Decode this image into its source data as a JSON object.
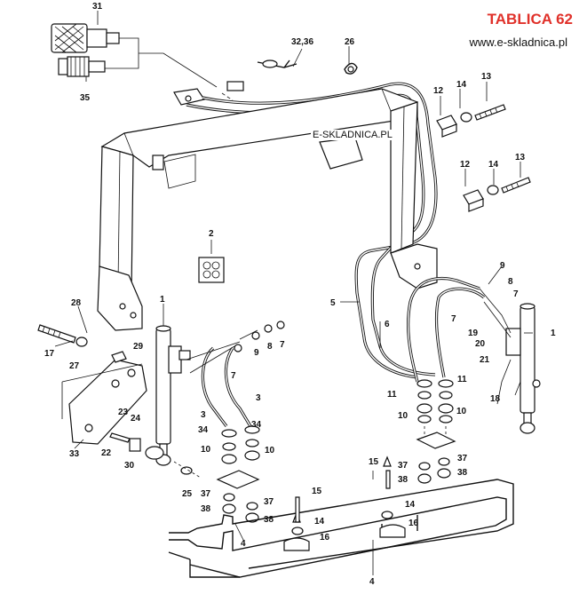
{
  "header": {
    "title": "TABLICA 62",
    "website": "www.e-skladnica.pl"
  },
  "watermark": "E-SKLADNICA.PL",
  "callouts": [
    {
      "id": "c31",
      "label": "31"
    },
    {
      "id": "c35",
      "label": "35"
    },
    {
      "id": "c3236",
      "label": "32,36"
    },
    {
      "id": "c26",
      "label": "26"
    },
    {
      "id": "c12a",
      "label": "12"
    },
    {
      "id": "c14a",
      "label": "14"
    },
    {
      "id": "c13a",
      "label": "13"
    },
    {
      "id": "c12b",
      "label": "12"
    },
    {
      "id": "c14b",
      "label": "14"
    },
    {
      "id": "c13b",
      "label": "13"
    },
    {
      "id": "c2",
      "label": "2"
    },
    {
      "id": "c5",
      "label": "5"
    },
    {
      "id": "c6",
      "label": "6"
    },
    {
      "id": "c7r",
      "label": "7"
    },
    {
      "id": "c9r",
      "label": "9"
    },
    {
      "id": "c8r",
      "label": "8"
    },
    {
      "id": "c7r2",
      "label": "7"
    },
    {
      "id": "c19",
      "label": "19"
    },
    {
      "id": "c20",
      "label": "20"
    },
    {
      "id": "c21",
      "label": "21"
    },
    {
      "id": "c1r",
      "label": "1"
    },
    {
      "id": "c18",
      "label": "18"
    },
    {
      "id": "c11a",
      "label": "11"
    },
    {
      "id": "c11b",
      "label": "11"
    },
    {
      "id": "c10ra",
      "label": "10"
    },
    {
      "id": "c10rb",
      "label": "10"
    },
    {
      "id": "c15a",
      "label": "15"
    },
    {
      "id": "c37r",
      "label": "37"
    },
    {
      "id": "c38r",
      "label": "38"
    },
    {
      "id": "c37r2",
      "label": "37"
    },
    {
      "id": "c38r2",
      "label": "38"
    },
    {
      "id": "c28",
      "label": "28"
    },
    {
      "id": "c17",
      "label": "17"
    },
    {
      "id": "c27",
      "label": "27"
    },
    {
      "id": "c29",
      "label": "29"
    },
    {
      "id": "c1l",
      "label": "1"
    },
    {
      "id": "c9l",
      "label": "9"
    },
    {
      "id": "c8l",
      "label": "8"
    },
    {
      "id": "c7l",
      "label": "7"
    },
    {
      "id": "c7l2",
      "label": "7"
    },
    {
      "id": "c3a",
      "label": "3"
    },
    {
      "id": "c3b",
      "label": "3"
    },
    {
      "id": "c34a",
      "label": "34"
    },
    {
      "id": "c34b",
      "label": "34"
    },
    {
      "id": "c10la",
      "label": "10"
    },
    {
      "id": "c10lb",
      "label": "10"
    },
    {
      "id": "c23",
      "label": "23"
    },
    {
      "id": "c24",
      "label": "24"
    },
    {
      "id": "c22",
      "label": "22"
    },
    {
      "id": "c30",
      "label": "30"
    },
    {
      "id": "c33",
      "label": "33"
    },
    {
      "id": "c25",
      "label": "25"
    },
    {
      "id": "c37l",
      "label": "37"
    },
    {
      "id": "c38l",
      "label": "38"
    },
    {
      "id": "c37l2",
      "label": "37"
    },
    {
      "id": "c38l2",
      "label": "38"
    },
    {
      "id": "c15b",
      "label": "15"
    },
    {
      "id": "c14c",
      "label": "14"
    },
    {
      "id": "c16a",
      "label": "16"
    },
    {
      "id": "c14d",
      "label": "14"
    },
    {
      "id": "c16b",
      "label": "16"
    },
    {
      "id": "c4a",
      "label": "4"
    },
    {
      "id": "c4b",
      "label": "4"
    }
  ]
}
